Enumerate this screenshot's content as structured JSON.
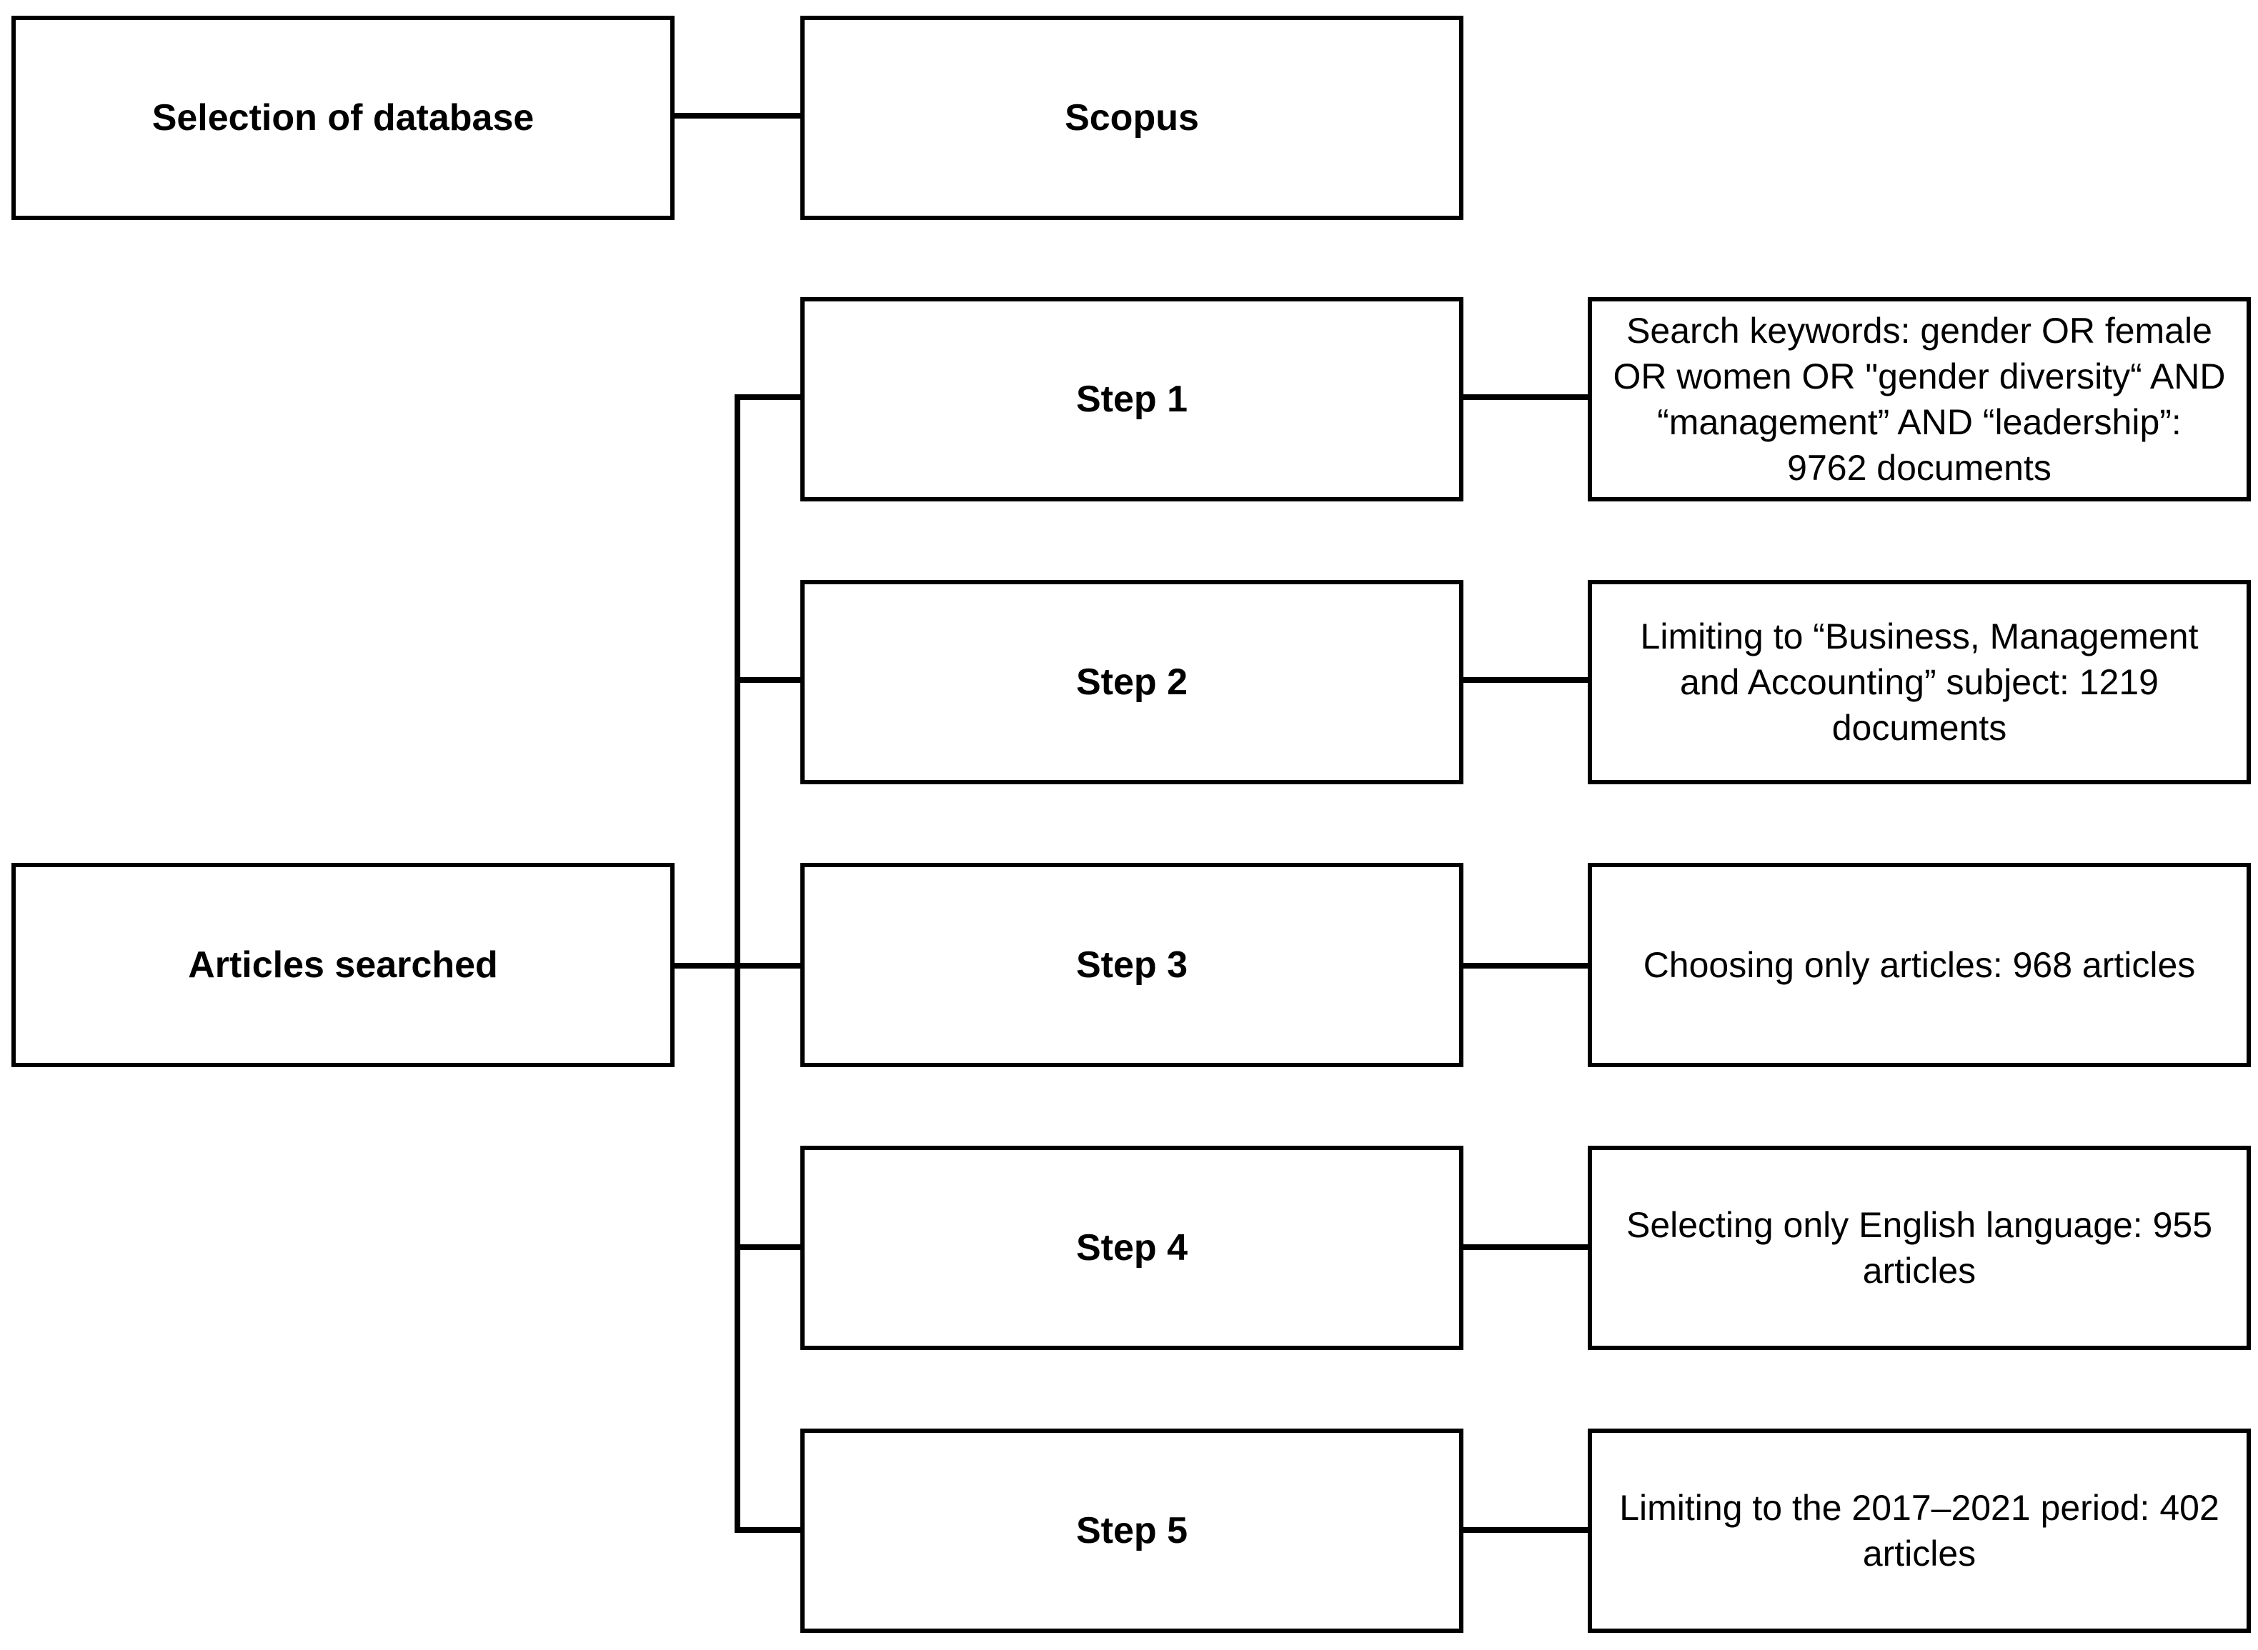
{
  "database_row": {
    "label": "Selection of database",
    "value": "Scopus"
  },
  "articles_row": {
    "label": "Articles searched"
  },
  "steps": [
    {
      "label": "Step 1",
      "description": "Search keywords: gender OR female\nOR women OR \"gender diversity“ AND\n“management” AND “leadership”:\n9762 documents"
    },
    {
      "label": "Step 2",
      "description": "Limiting to “Business, Management\nand Accounting” subject: 1219\ndocuments"
    },
    {
      "label": "Step 3",
      "description": "Choosing only articles: 968 articles"
    },
    {
      "label": "Step 4",
      "description": "Selecting only English language: 955\narticles"
    },
    {
      "label": "Step 5",
      "description": "Limiting to the 2017–2021 period: 402\narticles"
    }
  ]
}
